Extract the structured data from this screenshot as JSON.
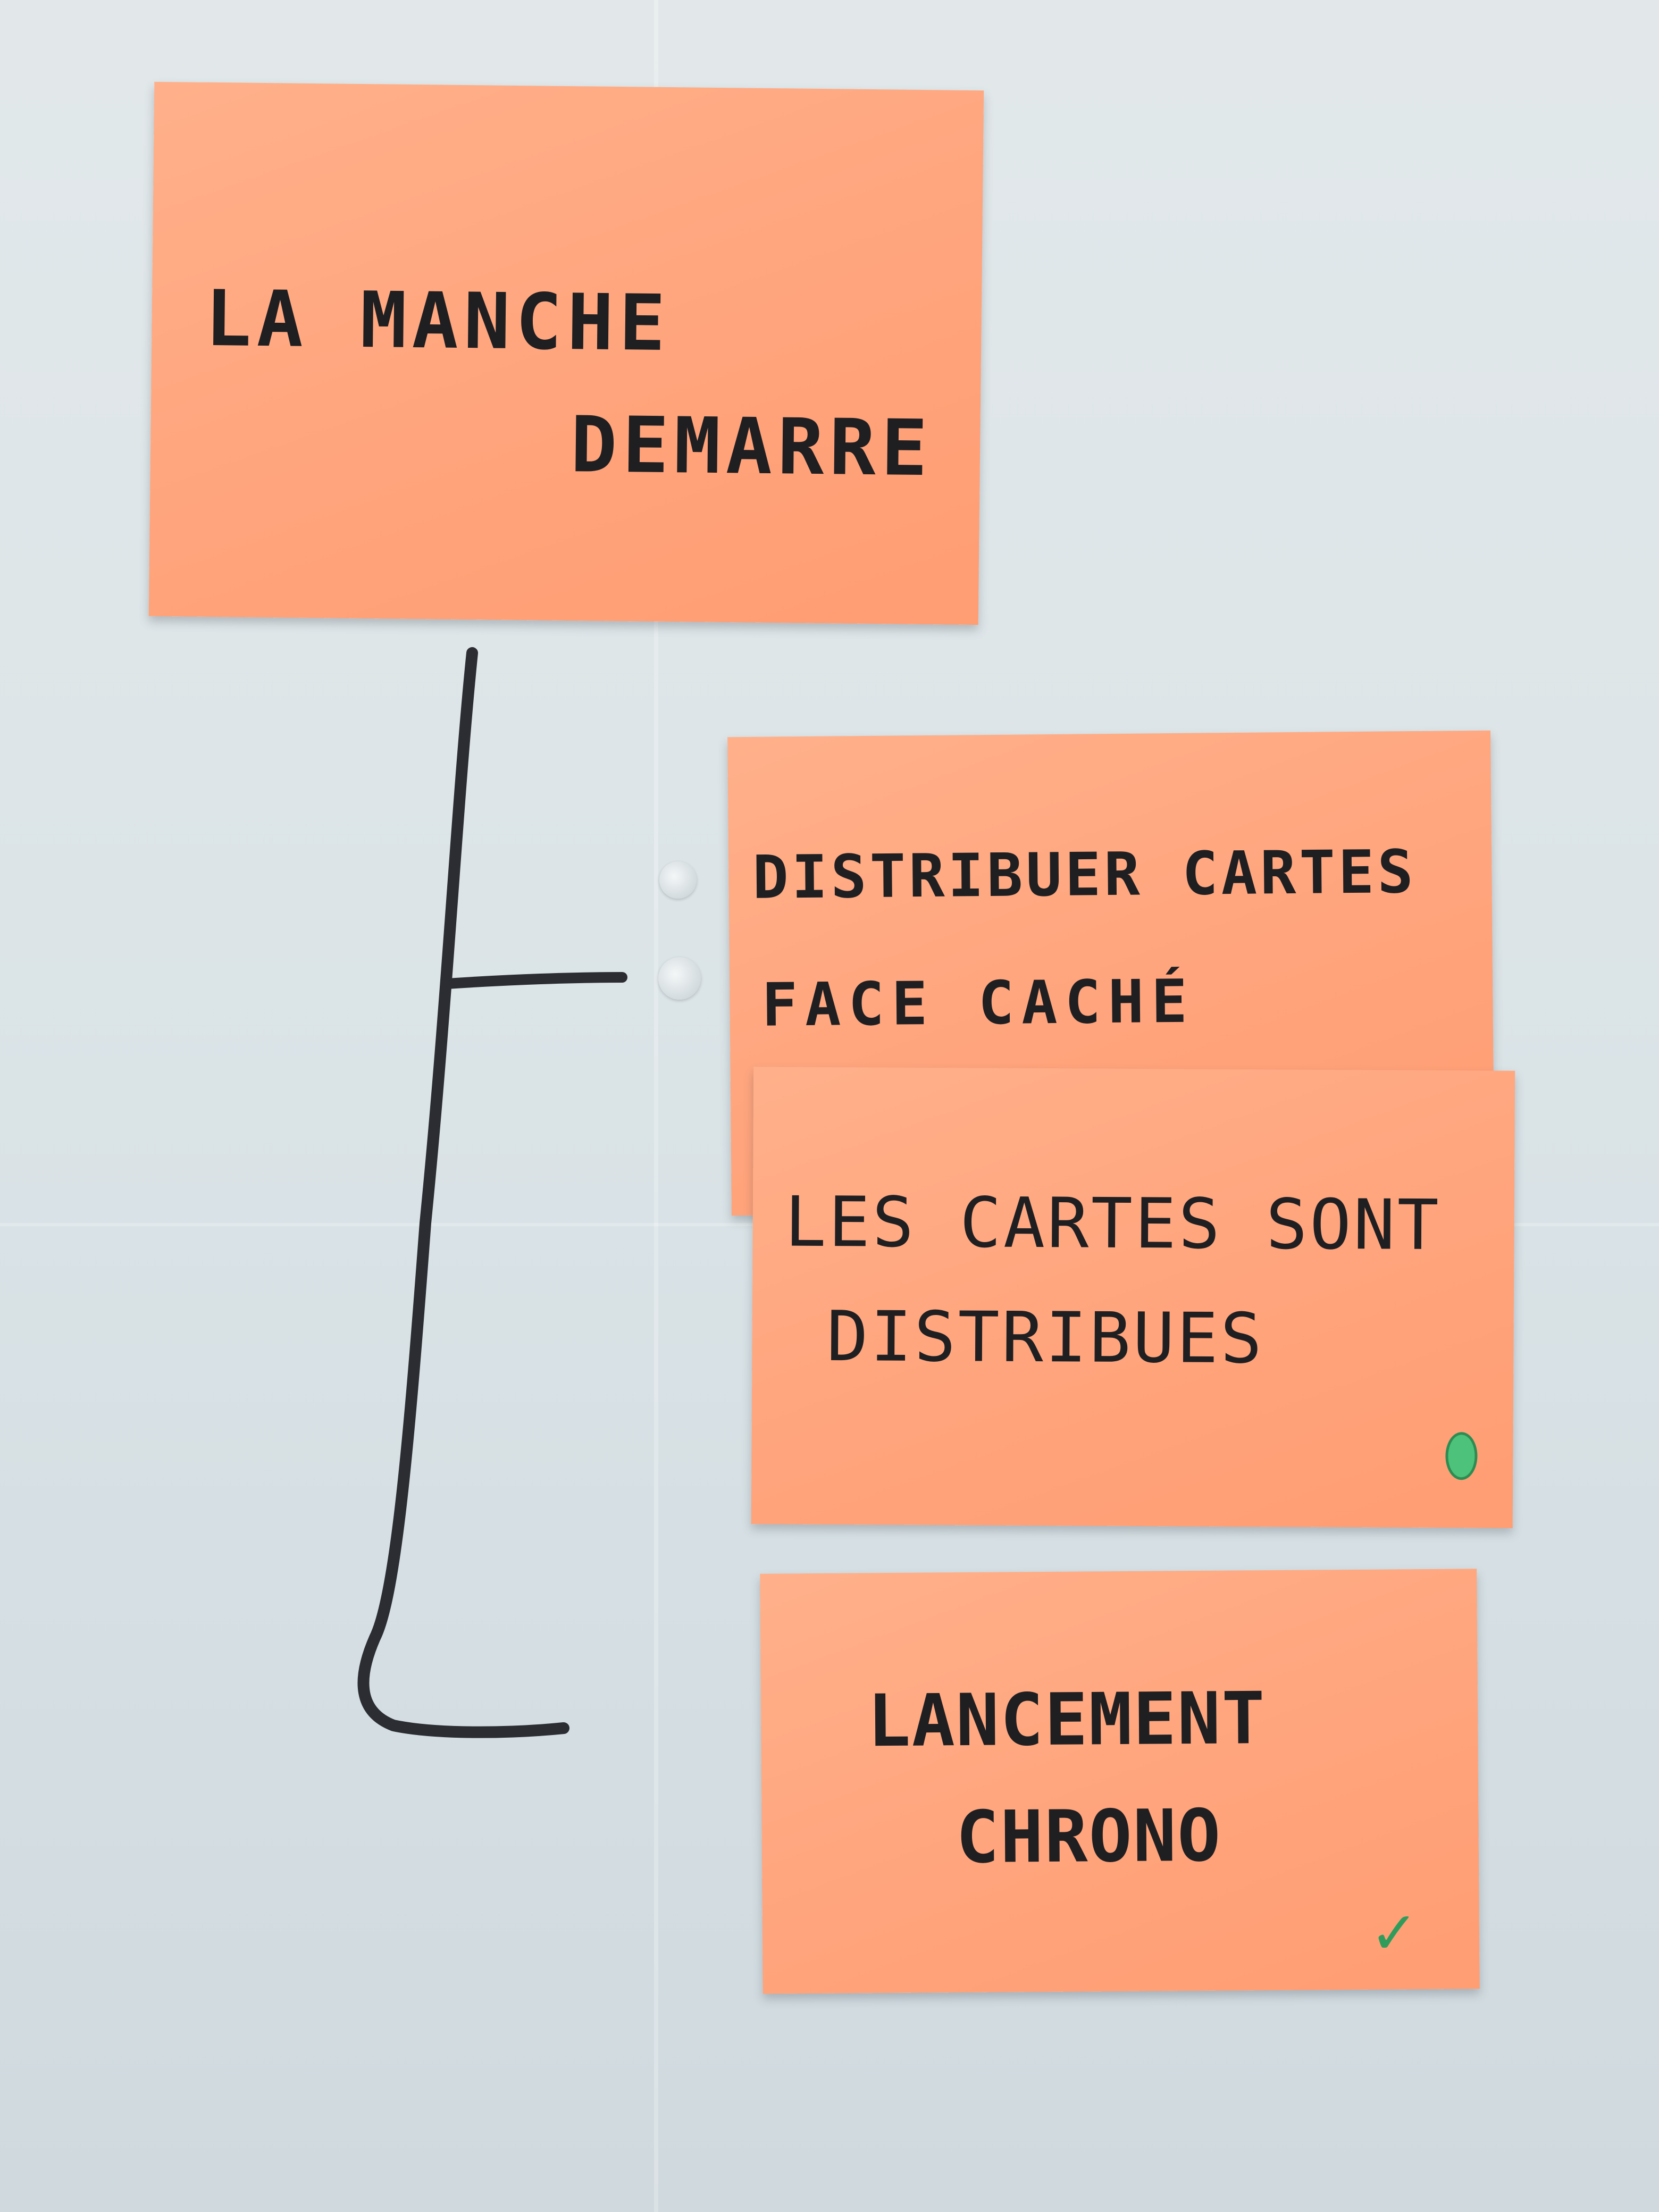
{
  "board": {
    "background": "#dde5e8",
    "note_color": "#ffa47c",
    "marker_color": "#1f1f22",
    "connector_color": "#2b2d33"
  },
  "notes": {
    "manche": {
      "line1": "LA MANCHE",
      "line2": "DEMARRE"
    },
    "distribuer": {
      "line1": "DISTRIBUER CARTES",
      "line2": "FACE CACHÉ"
    },
    "distribuees": {
      "line1": "LES CARTES  SONT",
      "line2": "DISTRIBUES",
      "marker_icon": "green-pin-marker"
    },
    "chrono": {
      "line1": "LANCEMENT",
      "line2": "CHRONO",
      "marker_icon": "green-check-marker"
    }
  }
}
